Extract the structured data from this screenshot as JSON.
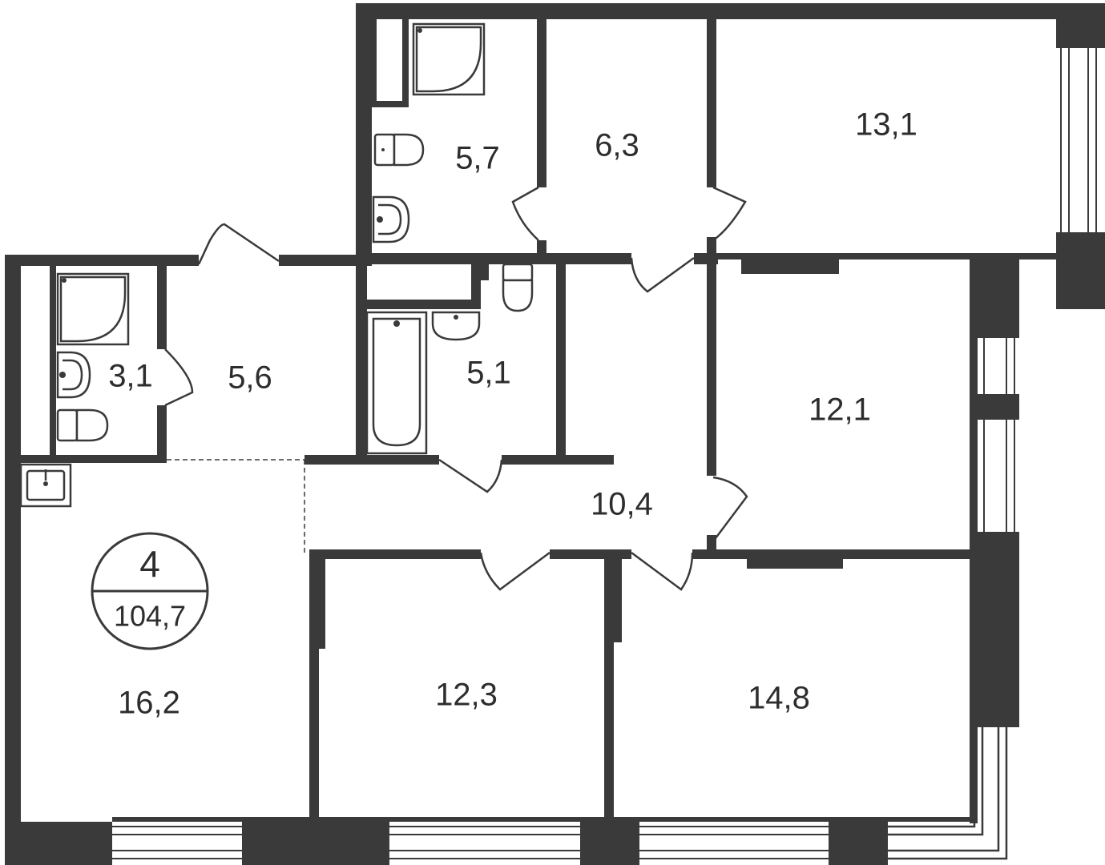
{
  "plan": {
    "rooms_count": "4",
    "total_area": "104,7",
    "colors": {
      "wall": "#3a3a3a",
      "background": "#ffffff",
      "text": "#2d2d2d"
    },
    "rooms": [
      {
        "id": "living-room",
        "area": "16,2"
      },
      {
        "id": "bedroom-south-middle",
        "area": "12,3"
      },
      {
        "id": "bedroom-south-east",
        "area": "14,8"
      },
      {
        "id": "bedroom-east",
        "area": "12,1"
      },
      {
        "id": "bedroom-north-east",
        "area": "13,1"
      },
      {
        "id": "room-north-middle",
        "area": "6,3"
      },
      {
        "id": "bathroom-north",
        "area": "5,7"
      },
      {
        "id": "bathroom-central",
        "area": "5,1"
      },
      {
        "id": "hallway-central",
        "area": "10,4"
      },
      {
        "id": "entrance-hall",
        "area": "5,6"
      },
      {
        "id": "bathroom-west",
        "area": "3,1"
      }
    ],
    "fixture_icons": [
      "shower-icon",
      "toilet-icon",
      "sink-icon",
      "bathtub-icon",
      "kitchen-sink-icon",
      "door-swing-icon",
      "window-icon"
    ]
  }
}
